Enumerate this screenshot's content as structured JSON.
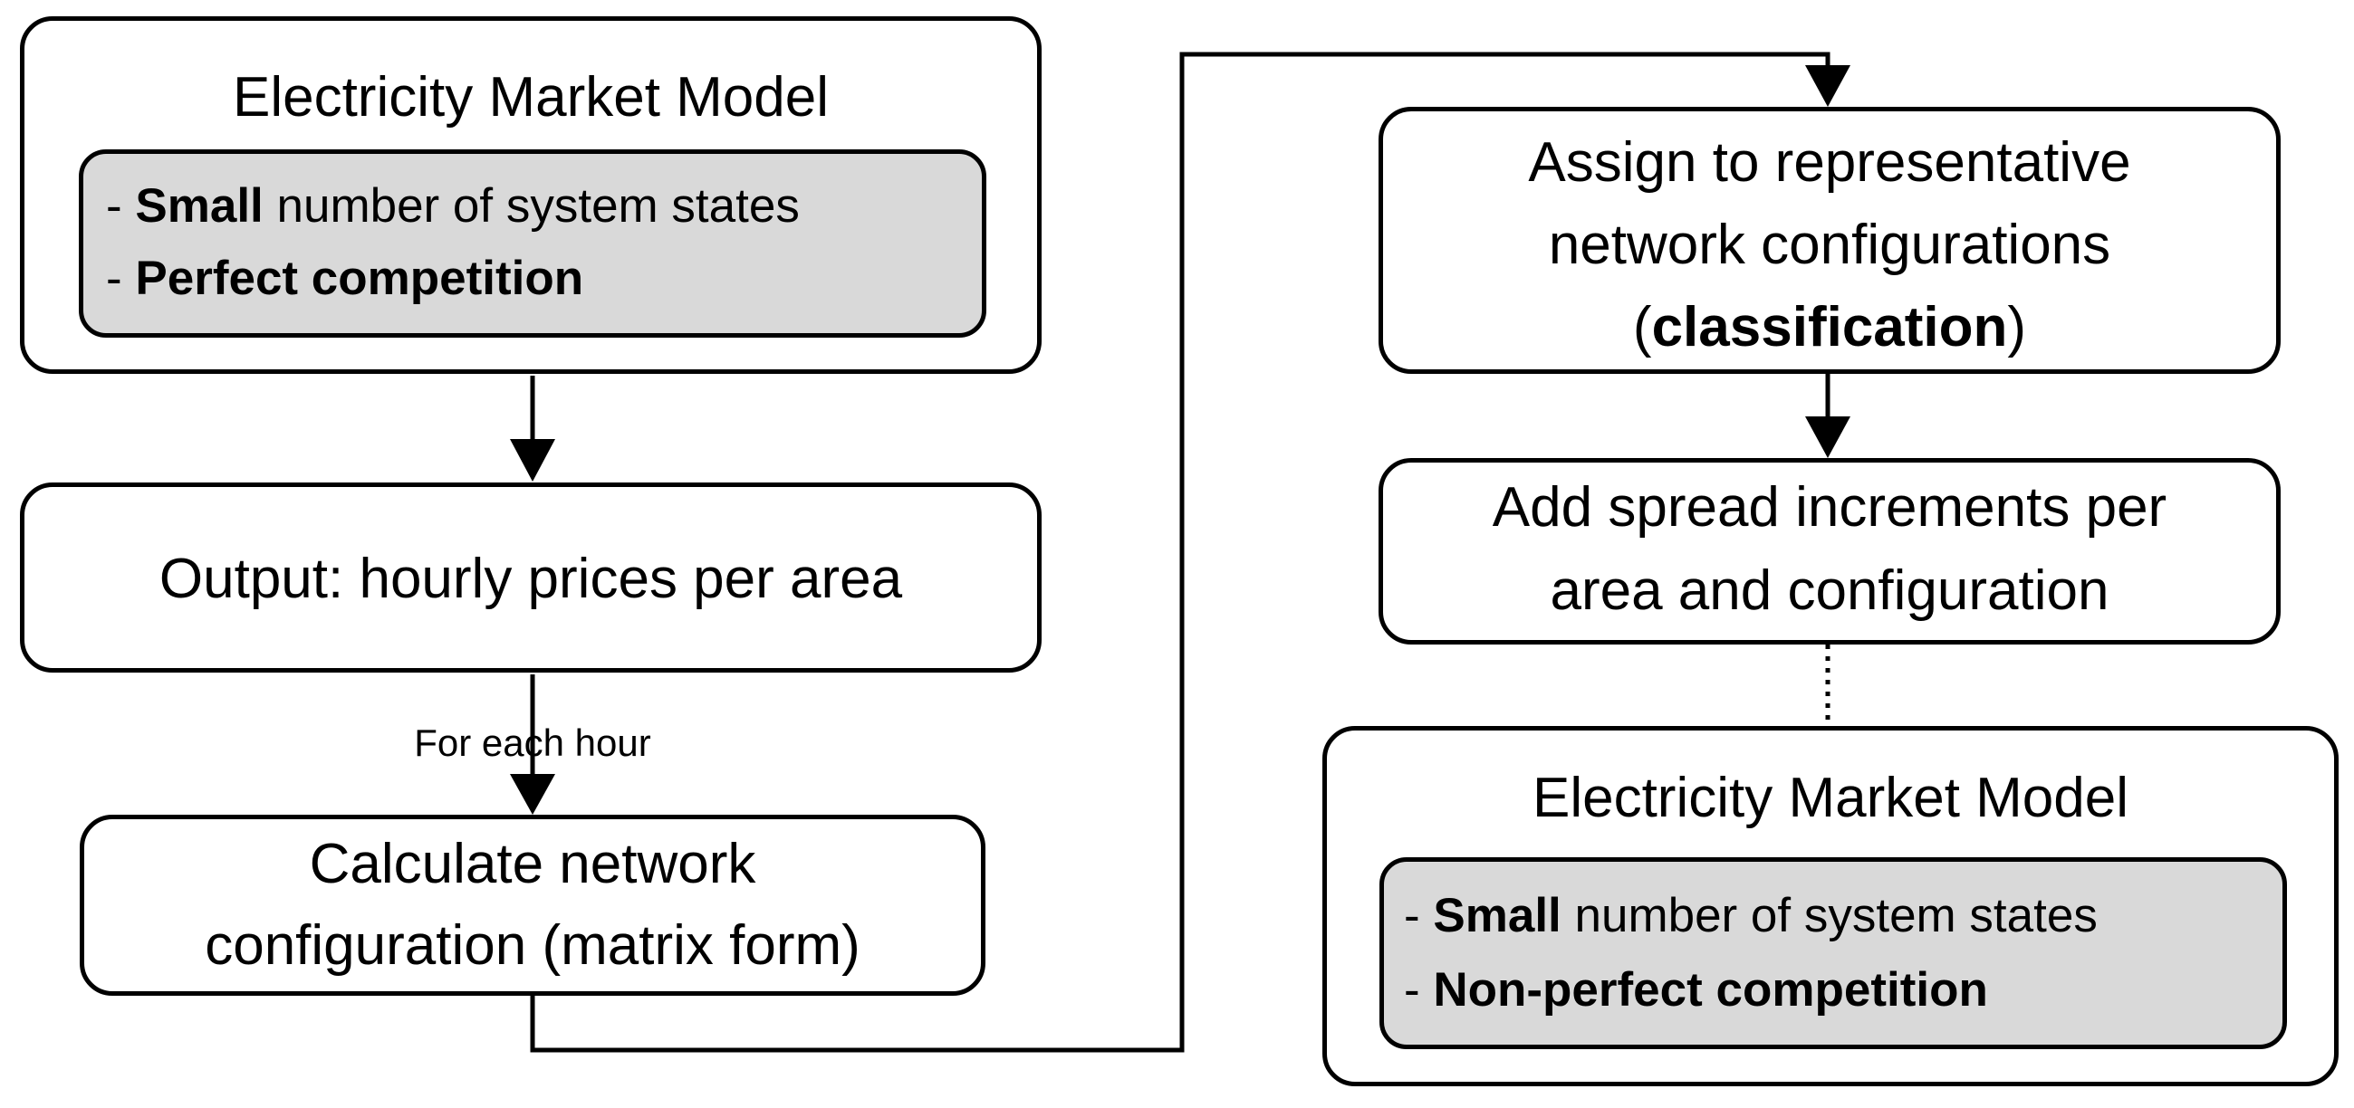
{
  "left": {
    "top_box": {
      "title": "Electricity Market Model",
      "items": [
        {
          "bold": "Small",
          "rest": " number of system states"
        },
        {
          "bold": "Perfect competition",
          "rest": ""
        }
      ]
    },
    "output_box": {
      "text": "Output: hourly prices per area"
    },
    "loop_label": "For each hour",
    "calc_box": {
      "line1": "Calculate network",
      "line2": "configuration (matrix form)"
    }
  },
  "right": {
    "assign_box": {
      "line1": "Assign to representative",
      "line2": "network configurations",
      "line3_bold": "classification"
    },
    "spread_box": {
      "line1": "Add spread increments per",
      "line2": "area and configuration"
    },
    "bottom_box": {
      "title": "Electricity Market Model",
      "items": [
        {
          "bold": "Small",
          "rest": " number of system states"
        },
        {
          "bold": "Non-perfect competition",
          "rest": ""
        }
      ]
    }
  }
}
